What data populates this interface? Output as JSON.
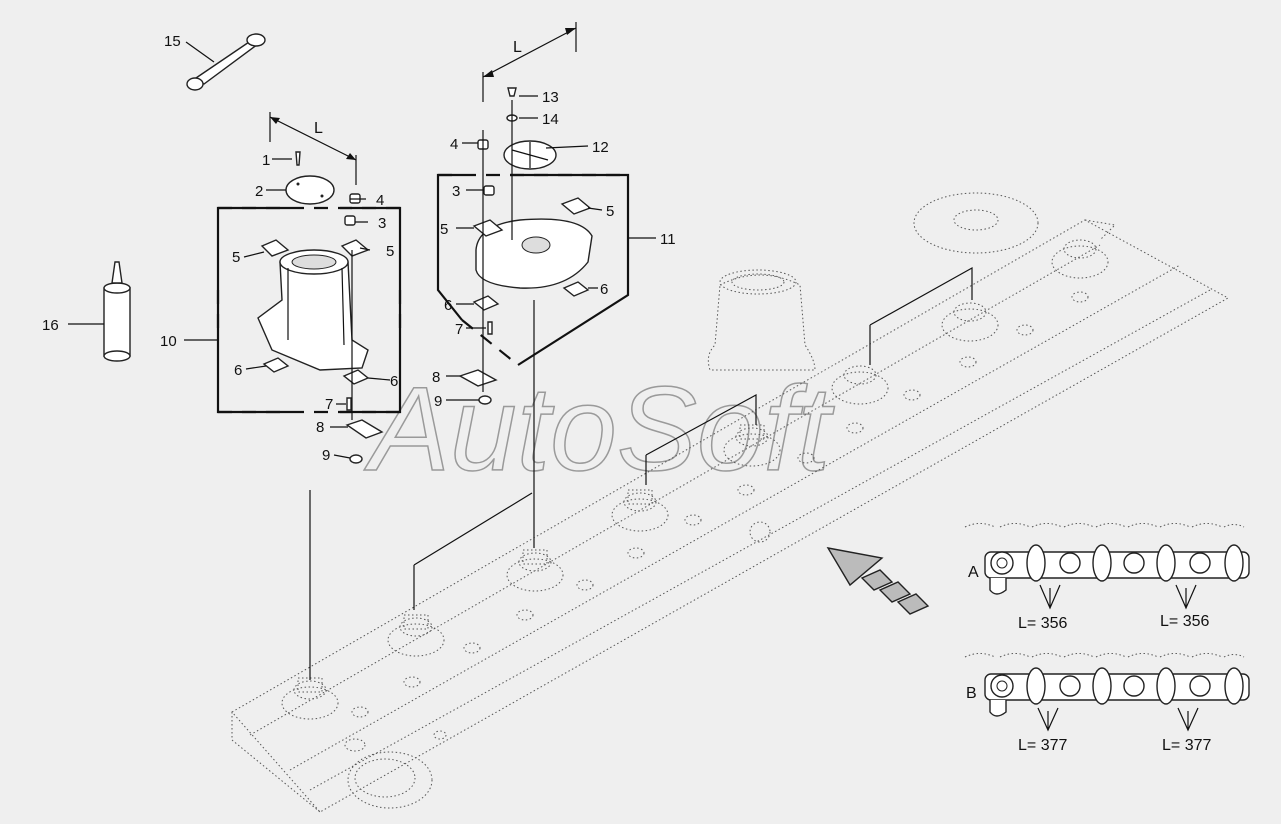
{
  "diagram": {
    "dimension_label": "L",
    "watermark": "AutoSoft",
    "callouts": {
      "c1": "1",
      "c2": "2",
      "c3a": "3",
      "c3b": "3",
      "c4a": "4",
      "c4b": "4",
      "c5a": "5",
      "c5b": "5",
      "c5c": "5",
      "c5d": "5",
      "c6a": "6",
      "c6b": "6",
      "c6c": "6",
      "c6d": "6",
      "c7a": "7",
      "c7b": "7",
      "c8a": "8",
      "c8b": "8",
      "c9a": "9",
      "c9b": "9",
      "c10": "10",
      "c11": "11",
      "c12": "12",
      "c13": "13",
      "c14": "14",
      "c15": "15",
      "c16": "16"
    },
    "configs": {
      "a": {
        "letter": "A",
        "left": "L= 356",
        "right": "L= 356"
      },
      "b": {
        "letter": "B",
        "left": "L= 377",
        "right": "L= 377"
      }
    }
  }
}
